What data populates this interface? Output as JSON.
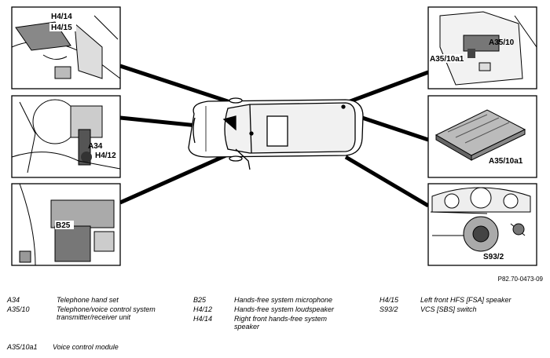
{
  "figure_ref": "P82.70-0473-09",
  "callouts": {
    "h414": "H4/14",
    "h415": "H4/15",
    "a34": "A34",
    "h412": "H4/12",
    "b25": "B25",
    "a3510": "A35/10",
    "a3510a1_top": "A35/10a1",
    "a3510a1_mid": "A35/10a1",
    "s932": "S93/2"
  },
  "legend": [
    {
      "code": "A34",
      "desc": "Telephone hand set"
    },
    {
      "code": "A35/10",
      "desc": "Telephone/voice control system transmitter/receiver unit"
    },
    {
      "code": "A35/10a1",
      "desc": "Voice control module"
    },
    {
      "code": "B25",
      "desc": "Hands-free system microphone"
    },
    {
      "code": "H4/12",
      "desc": "Hands-free system loudspeaker"
    },
    {
      "code": "H4/14",
      "desc": "Right front hands-free system speaker"
    },
    {
      "code": "H4/15",
      "desc": "Left front HFS [FSA] speaker"
    },
    {
      "code": "S93/2",
      "desc": "VCS [SBS] switch"
    }
  ]
}
